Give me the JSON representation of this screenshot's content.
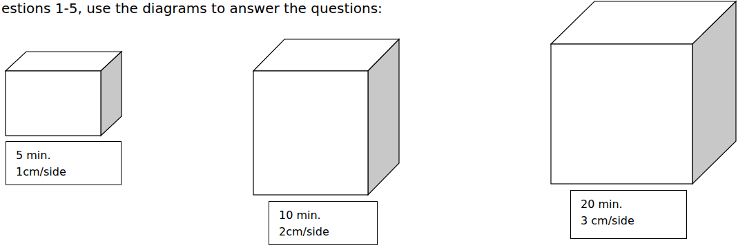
{
  "diagram": {
    "title": "estions 1-5, use the diagrams to answer the questions:",
    "nodes": [
      {
        "text": [
          "5 min.",
          "1cm/side"
        ]
      },
      {
        "text": [
          "10 min.",
          "2cm/side"
        ]
      },
      {
        "text": [
          "20 min.",
          "3 cm/side"
        ]
      }
    ]
  }
}
